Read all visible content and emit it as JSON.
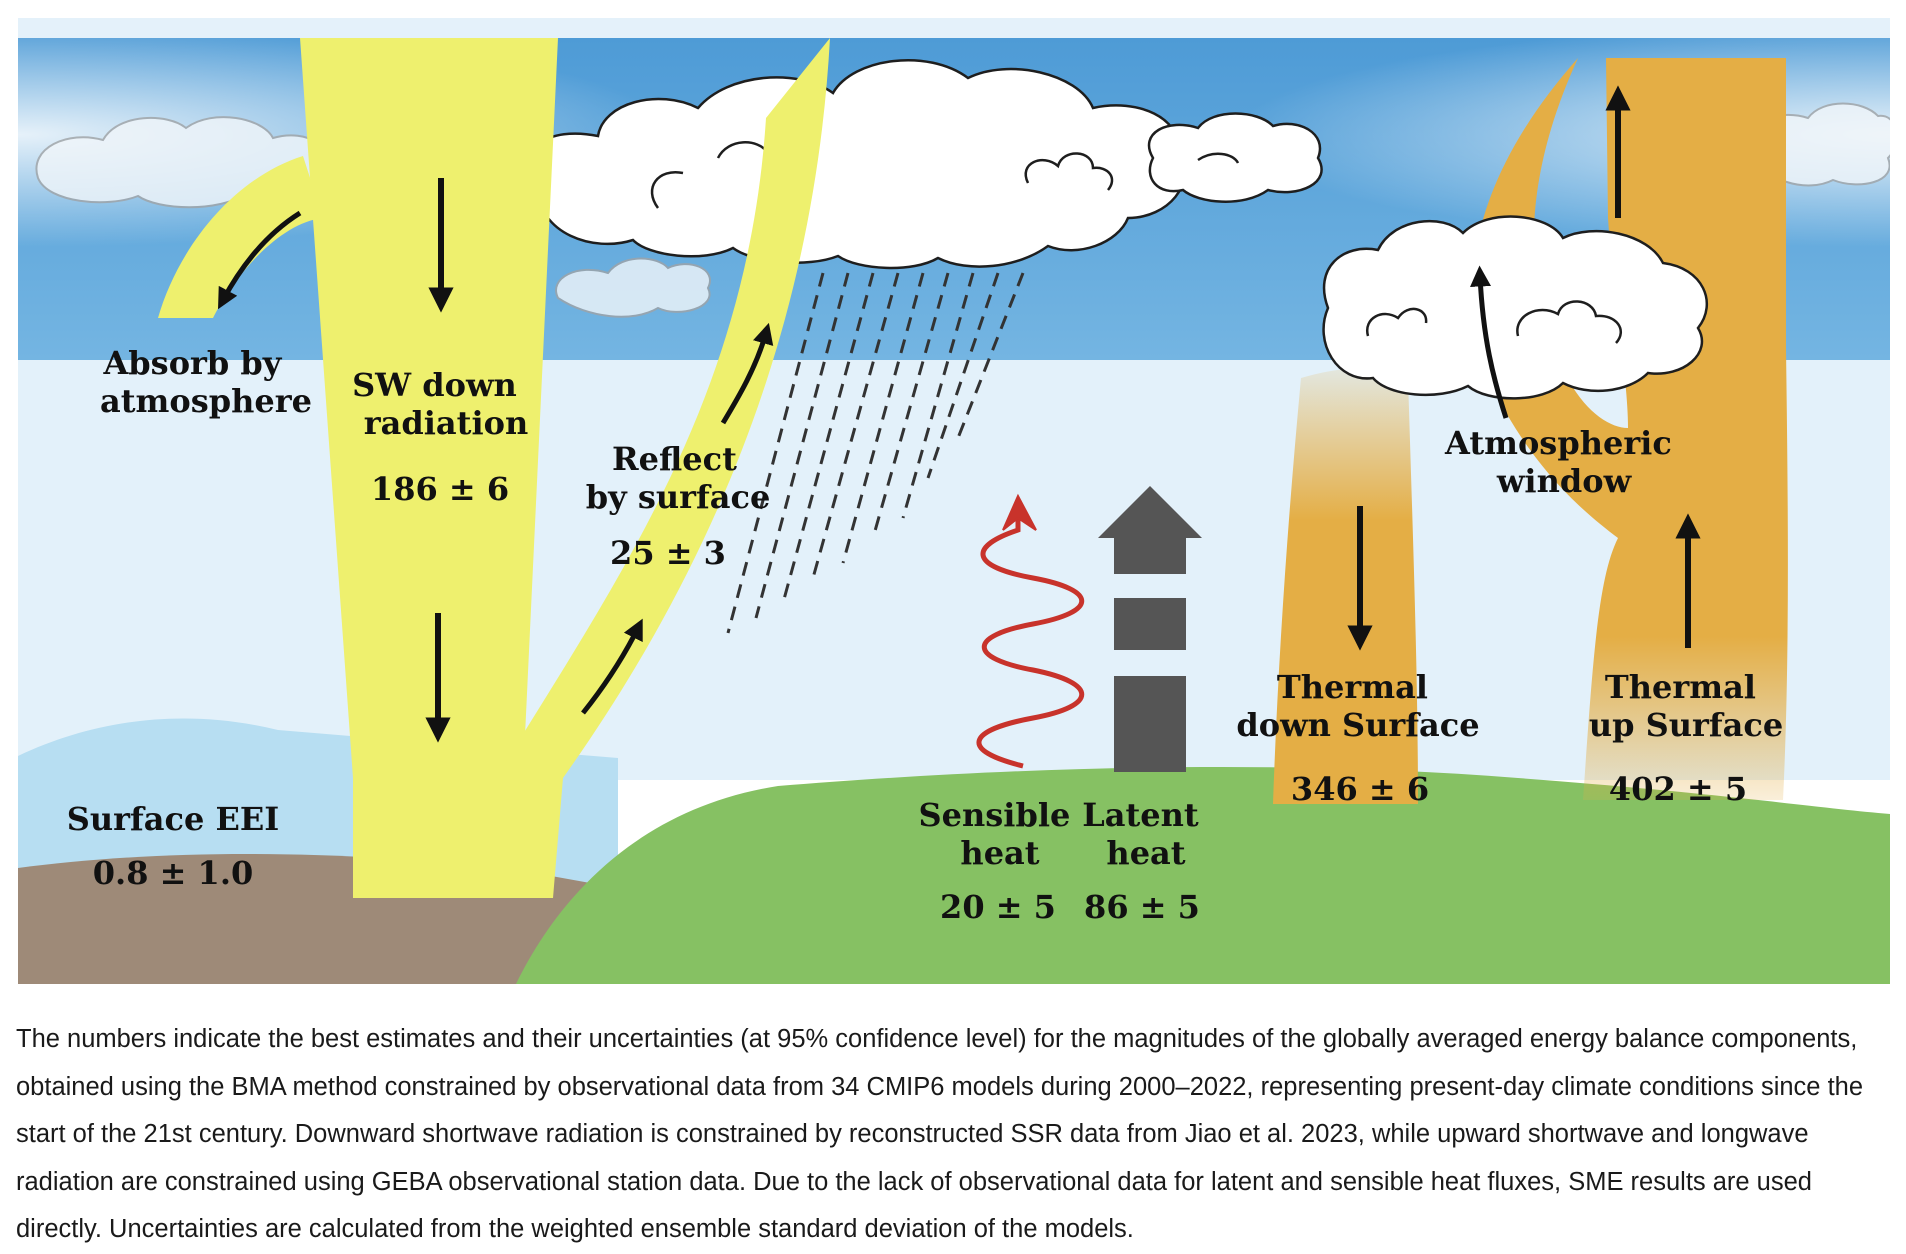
{
  "labels": {
    "absorb": [
      "Absorb by",
      "atmosphere"
    ],
    "sw_down": [
      "SW down",
      "radiation"
    ],
    "reflect": [
      "Reflect",
      "by surface"
    ],
    "atm_window": [
      "Atmospheric",
      "window"
    ],
    "thermal_down": [
      "Thermal",
      "down Surface"
    ],
    "thermal_up": [
      "Thermal",
      "up Surface"
    ],
    "sensible": [
      "Sensible",
      "heat"
    ],
    "latent": [
      "Latent",
      "heat"
    ],
    "surface_eei": "Surface EEI"
  },
  "values": {
    "sw_down": "186 ± 6",
    "reflect": "25 ± 3",
    "thermal_down": "346 ± 6",
    "thermal_up": "402 ± 5",
    "sensible": "20 ± 5",
    "latent": "86 ± 5",
    "surface_eei": "0.8 ± 1.0"
  },
  "colors": {
    "shortwave": "#eef06e",
    "longwave": "#e4ae45",
    "sky": "#5fa8dc",
    "land": "#86c163",
    "soil": "#9e8a78",
    "water": "#b7def2",
    "sensible_wave": "#c8332b",
    "latent_arrow": "#555555"
  },
  "caption": "The numbers indicate the best estimates and their uncertainties (at 95% confidence level) for the magnitudes of the globally averaged energy balance components, obtained using the BMA method constrained by observational data from 34 CMIP6 models during 2000–2022, representing present-day climate conditions since the start of the 21st century. Downward shortwave radiation is constrained by reconstructed SSR data from Jiao et al. 2023, while upward shortwave and longwave radiation are constrained using GEBA observational station data. Due to the lack of observational data for latent and sensible heat fluxes, SME results are used directly. Uncertainties are calculated from the weighted ensemble standard deviation of the models."
}
